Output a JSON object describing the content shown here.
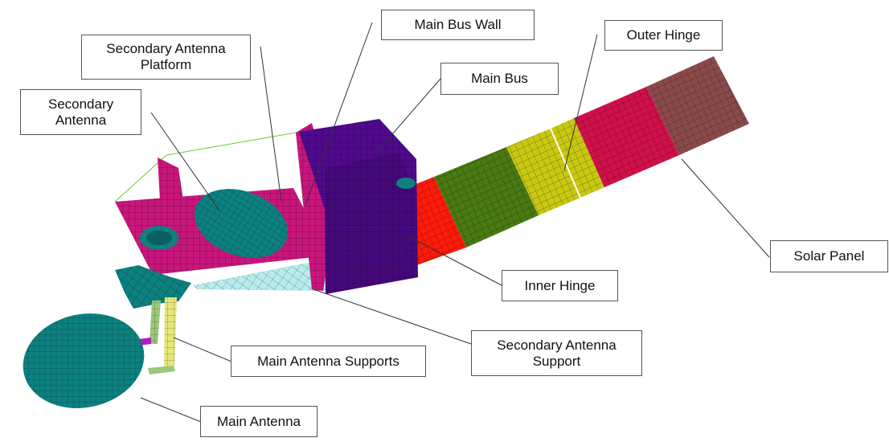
{
  "labels": {
    "main_bus_wall": "Main Bus Wall",
    "outer_hinge": "Outer Hinge",
    "secondary_antenna_platform": "Secondary Antenna\nPlatform",
    "main_bus": "Main Bus",
    "secondary_antenna": "Secondary\nAntenna",
    "solar_panel": "Solar Panel",
    "inner_hinge": "Inner Hinge",
    "secondary_antenna_support": "Secondary Antenna\nSupport",
    "main_antenna_supports": "Main Antenna Supports",
    "main_antenna": "Main Antenna"
  },
  "colors": {
    "bus": "#4f0a8c",
    "platform": "#c8167d",
    "teal": "#0d8080",
    "pale_cyan": "#b8ecec",
    "solar_red": "#ff1a0a",
    "solar_green": "#4a7a12",
    "solar_yellow": "#c8c812",
    "solar_crimson": "#d0104a",
    "solar_brown": "#8b4a4a",
    "support_yellow": "#e6e67a",
    "support_green": "#9cc87a",
    "support_magenta": "#b01ac8",
    "outline_green": "#66cc33",
    "mesh": "#1a1a1a",
    "leader": "#333333"
  }
}
